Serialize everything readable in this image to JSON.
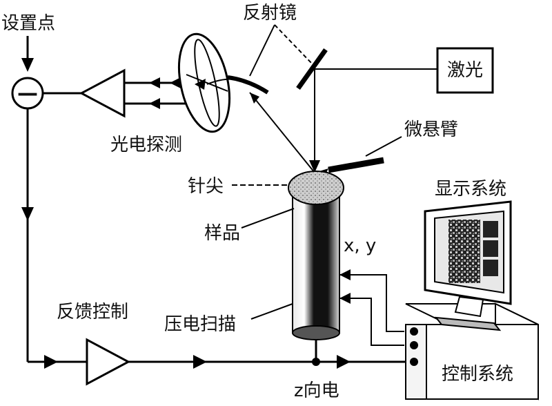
{
  "labels": {
    "setpoint": "设置点",
    "reflector": "反射镜",
    "laser": "激光",
    "photodetector": "光电探测",
    "cantilever": "微悬臂",
    "tip": "针尖",
    "display_system": "显示系统",
    "sample": "样品",
    "xy": "x, y",
    "feedback_control": "反馈控制",
    "piezo_scanner": "压电扫描",
    "control_system": "控制系统",
    "z_voltage": "z向电",
    "comparator_symbol": "—"
  }
}
